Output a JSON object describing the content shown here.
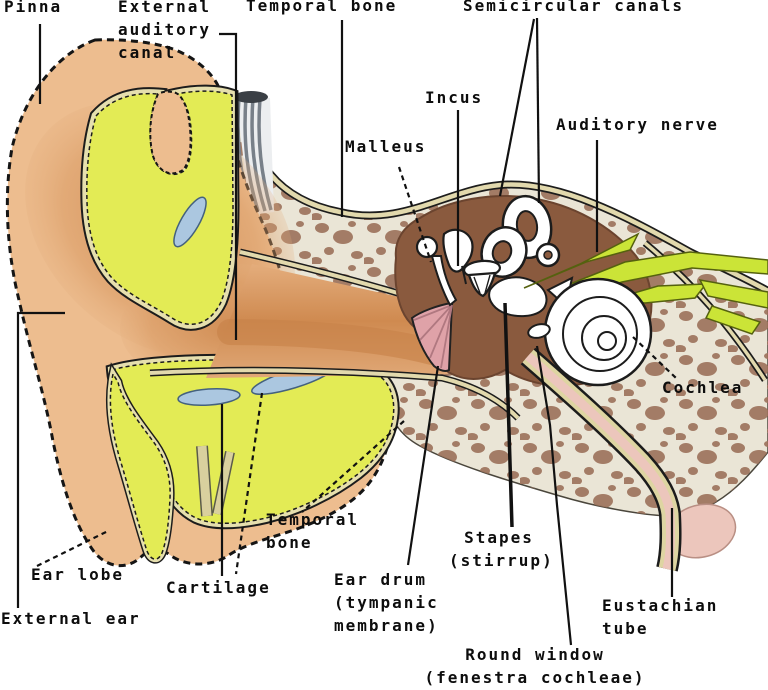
{
  "labels": {
    "pinna": "Pinna",
    "external_auditory_canal": "External\nauditory\ncanal",
    "temporal_bone_top": "Temporal bone",
    "semicircular_canals": "Semicircular canals",
    "incus": "Incus",
    "auditory_nerve": "Auditory nerve",
    "malleus": "Malleus",
    "cochlea": "Cochlea",
    "ear_lobe": "Ear lobe",
    "external_ear": "External ear",
    "cartilage": "Cartilage",
    "temporal_bone_bottom": "Temporal\nbone",
    "ear_drum": "Ear drum\n(tympanic\nmembrane)",
    "stapes": "Stapes\n(stirrup)",
    "round_window": "Round window\n(fenestra cochleae)",
    "eustachian_tube": "Eustachian\ntube"
  },
  "colors": {
    "background": "#ffffff",
    "outline": "#1c1c1c",
    "skin": "#edbd8f",
    "skin_light": "#f4d3a8",
    "concha_tan": "#d08c52",
    "canal_tan": "#d4915a",
    "cartilage_yellow": "#e3eb55",
    "cartilage_cream": "#e6dfae",
    "bone": "#eae5d6",
    "bone_speckle": "#9b7059",
    "cavity_brown": "#8a5a3e",
    "eardrum_pink": "#dfa2a8",
    "nerve_green": "#cbe437",
    "tube_pink": "#ecc6bc",
    "cartilage_blue": "#abc7e0",
    "structure_white": "#ffffff"
  }
}
